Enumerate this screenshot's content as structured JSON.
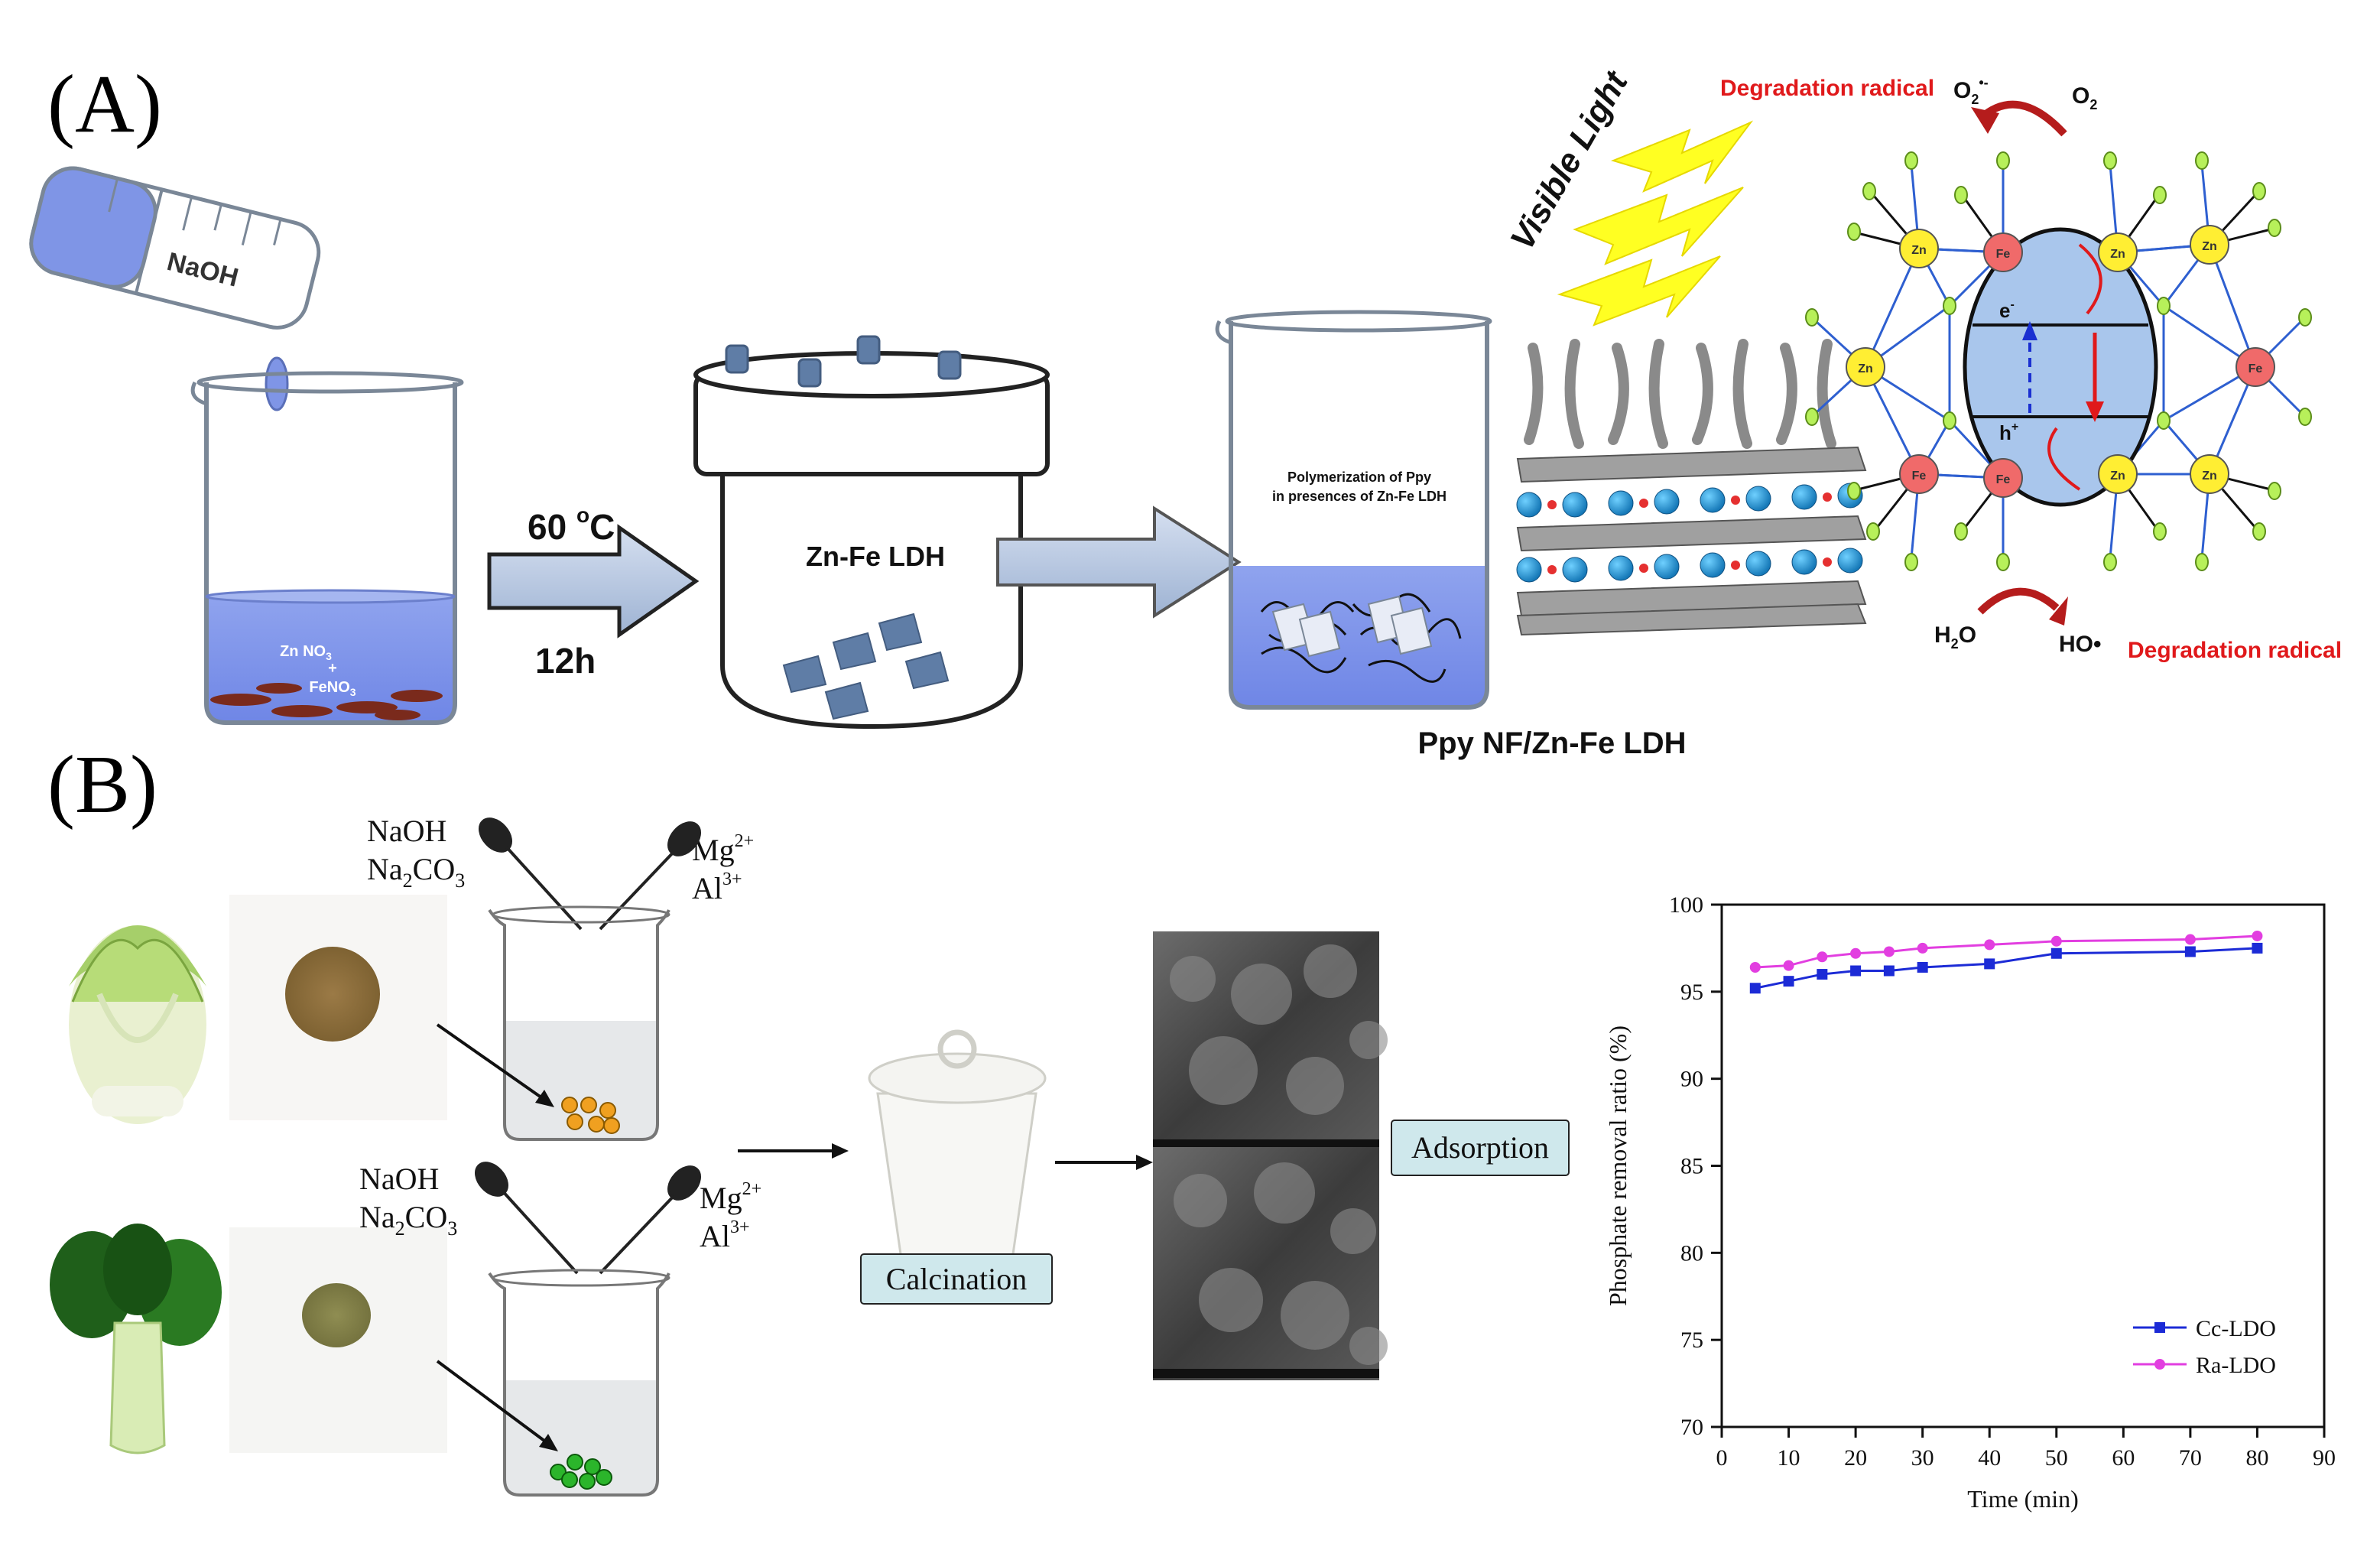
{
  "panel_a": {
    "label": "(A)",
    "naoh_label": "NaOH",
    "beaker_text_top": "Zn NO",
    "beaker_text_top_sub": "3",
    "beaker_text_plus": "+",
    "beaker_text_bottom": "FeNO",
    "beaker_text_bottom_sub": "3",
    "arrow_top_label": "60 ",
    "arrow_top_sup": "o",
    "arrow_top_unit": "C",
    "arrow_bottom_label": "12h",
    "autoclave_label": "Zn-Fe LDH",
    "polymer_line1": "Polymerization of Ppy",
    "polymer_line2": "in presences of Zn-Fe LDH",
    "product_label": "Ppy NF/Zn-Fe LDH",
    "visible_light": "Visible Light",
    "degradation_top": "Degradation radical",
    "degradation_bottom": "Degradation radical",
    "o2_radical": "O",
    "o2_radical_sub": "2",
    "o2_radical_sup": "•-",
    "o2": "O",
    "o2_sub": "2",
    "h2o": "H",
    "h2o_sub": "2",
    "h2o_tail": "O",
    "ho_radical": "HO•",
    "electron": "e",
    "electron_sup": "-",
    "hole": "h",
    "hole_sup": "+",
    "zn": "Zn",
    "fe": "Fe"
  },
  "panel_b": {
    "label": "(B)",
    "reagent1_line1": "NaOH",
    "reagent1_line2": "Na",
    "reagent1_line2_sub": "2",
    "reagent1_line2_tail": "CO",
    "reagent1_line2_tail_sub": "3",
    "metal1_line1": "Mg",
    "metal1_line1_sup": "2+",
    "metal1_line2": "Al",
    "metal1_line2_sup": "3+",
    "reagent2_line1": "NaOH",
    "reagent2_line2": "Na",
    "reagent2_line2_sub": "2",
    "reagent2_line2_tail": "CO",
    "reagent2_line2_tail_sub": "3",
    "metal2_line1": "Mg",
    "metal2_line1_sup": "2+",
    "metal2_line2": "Al",
    "metal2_line2_sup": "3+",
    "calcination": "Calcination",
    "adsorption": "Adsorption",
    "colors": {
      "label_box": "#cfe8ec",
      "orange_bead": "#f0a020",
      "green_bead": "#2bb52b",
      "cabbage": "#a6cf6a",
      "bokchoy": "#1f5f1a"
    }
  },
  "chart_data": {
    "type": "line",
    "xlabel": "Time (min)",
    "ylabel": "Phosphate removal ratio (%)",
    "xlim": [
      0,
      90
    ],
    "ylim": [
      70,
      100
    ],
    "xticks": [
      0,
      10,
      20,
      30,
      40,
      50,
      60,
      70,
      80,
      90
    ],
    "yticks": [
      70,
      75,
      80,
      85,
      90,
      95,
      100
    ],
    "legend_position": "bottom-right",
    "grid": false,
    "series": [
      {
        "name": "Cc-LDO",
        "color": "#1c2bd6",
        "marker": "square",
        "x": [
          5,
          10,
          15,
          20,
          25,
          30,
          40,
          50,
          70,
          80
        ],
        "y": [
          95.2,
          95.6,
          96.0,
          96.2,
          96.2,
          96.4,
          96.6,
          97.2,
          97.3,
          97.5
        ]
      },
      {
        "name": "Ra-LDO",
        "color": "#e23ee0",
        "marker": "circle",
        "x": [
          5,
          10,
          15,
          20,
          25,
          30,
          40,
          50,
          70,
          80
        ],
        "y": [
          96.4,
          96.5,
          97.0,
          97.2,
          97.3,
          97.5,
          97.7,
          97.9,
          98.0,
          98.2
        ]
      }
    ]
  }
}
